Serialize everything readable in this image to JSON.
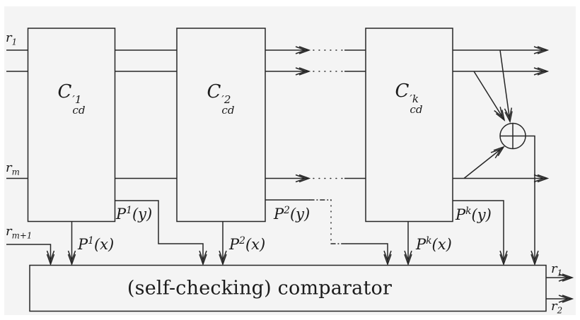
{
  "figure": {
    "background": "#f4f4f4",
    "line_color": "#262626",
    "icons": {
      "xor_gate": "circle-plus-xor"
    }
  },
  "inputs": {
    "r1": {
      "base": "r",
      "sub": "1"
    },
    "rm": {
      "base": "r",
      "sub": "m"
    },
    "rm1": {
      "base": "r",
      "sub": "m+1"
    }
  },
  "blocks": [
    {
      "base": "C",
      "sup": "′1",
      "sub": "cd"
    },
    {
      "base": "C",
      "sup": "′2",
      "sub": "cd"
    },
    {
      "base": "C",
      "sup": "′k",
      "sub": "cd"
    }
  ],
  "signals": {
    "p1y": {
      "base": "P",
      "sup": "1",
      "arg": "(y)"
    },
    "p1x": {
      "base": "P",
      "sup": "1",
      "arg": "(x)"
    },
    "p2y": {
      "base": "P",
      "sup": "2",
      "arg": "(y)"
    },
    "p2x": {
      "base": "P",
      "sup": "2",
      "arg": "(x)"
    },
    "pky": {
      "base": "P",
      "sup": "k",
      "arg": "(y)"
    },
    "pkx": {
      "base": "P",
      "sup": "k",
      "arg": "(x)"
    }
  },
  "comparator": {
    "label": "(self-checking) comparator"
  },
  "outputs": {
    "r1": {
      "base": "r",
      "sub": "1"
    },
    "r2": {
      "base": "r",
      "sub": "2"
    }
  }
}
